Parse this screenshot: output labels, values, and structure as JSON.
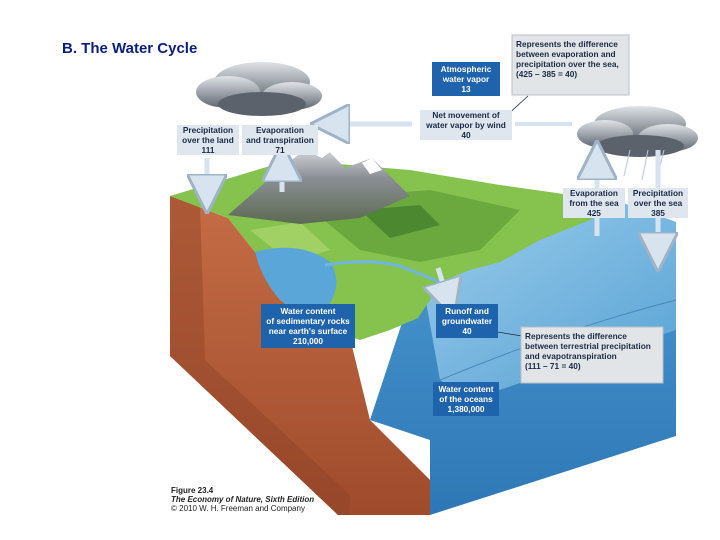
{
  "slide": {
    "title": "B. The Water Cycle"
  },
  "labels": {
    "atmospheric_vapor": [
      "Atmospheric",
      "water vapor",
      "13"
    ],
    "precip_land": [
      "Precipitation",
      "over the land",
      "111"
    ],
    "evap_transp": [
      "Evaporation",
      "and transpiration",
      "71"
    ],
    "net_movement": [
      "Net movement of",
      "water vapor by wind",
      "40"
    ],
    "evap_sea": [
      "Evaporation",
      "from the sea",
      "425"
    ],
    "precip_sea": [
      "Precipitation",
      "over the sea",
      "385"
    ],
    "sedimentary": [
      "Water content",
      "of sedimentary rocks",
      "near earth's surface",
      "210,000"
    ],
    "runoff": [
      "Runoff and",
      "groundwater",
      "40"
    ],
    "oceans": [
      "Water content",
      "of the oceans",
      "1,380,000"
    ]
  },
  "notes": {
    "sea_difference": [
      "Represents the difference",
      "between evaporation and",
      "precipitation over the sea,",
      "(425 – 385 = 40)"
    ],
    "land_difference": [
      "Represents the difference",
      "between terrestrial precipitation",
      "and evapotranspiration",
      "(111 – 71 = 40)"
    ]
  },
  "caption": {
    "figure": "Figure 23.4",
    "book": "The Economy of Nature, Sixth Edition",
    "copyright": "© 2010 W. H. Freeman and Company"
  },
  "colors": {
    "title": "#0b1f7a",
    "label_box": "#1f63ad",
    "ocean": "#5da9da",
    "soil": "#b65e3b",
    "land": "#7dbb46"
  }
}
